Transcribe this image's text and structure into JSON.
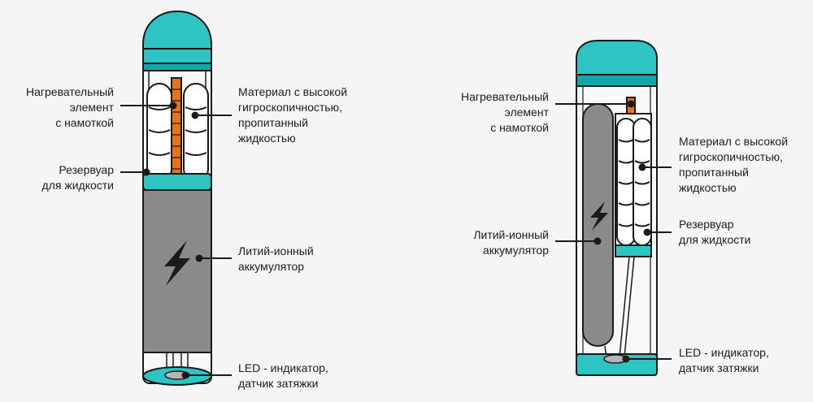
{
  "colors": {
    "background": "#f5f5f5",
    "teal": "#2ec4c4",
    "teal_dark": "#12a8aa",
    "outline": "#1a1a1a",
    "battery_gray": "#8a8a8a",
    "coil_orange": "#e8731f",
    "cotton_white": "#ffffff",
    "led_gray": "#b5b5b5"
  },
  "icons": [
    "lightning-bolt-icon",
    "lightning-bolt-icon"
  ],
  "left_device": {
    "heating_element": "Нагревательный\nэлемент\nс намоткой",
    "absorbent_material": "Материал с высокой\nгигроскопичностью,\nпропитанный\nжидкостью",
    "liquid_reservoir": "Резервуар\nдля жидкости",
    "battery": "Литий-ионный\nаккумулятор",
    "led_sensor": "LED - индикатор,\nдатчик затяжки"
  },
  "right_device": {
    "heating_element": "Нагревательный\nэлемент\nс намоткой",
    "absorbent_material": "Материал с высокой\nгигроскопичностью,\nпропитанный\nжидкостью",
    "liquid_reservoir": "Резервуар\nдля жидкости",
    "battery": "Литий-ионный\nаккумулятор",
    "led_sensor": "LED - индикатор,\nдатчик затяжки"
  }
}
